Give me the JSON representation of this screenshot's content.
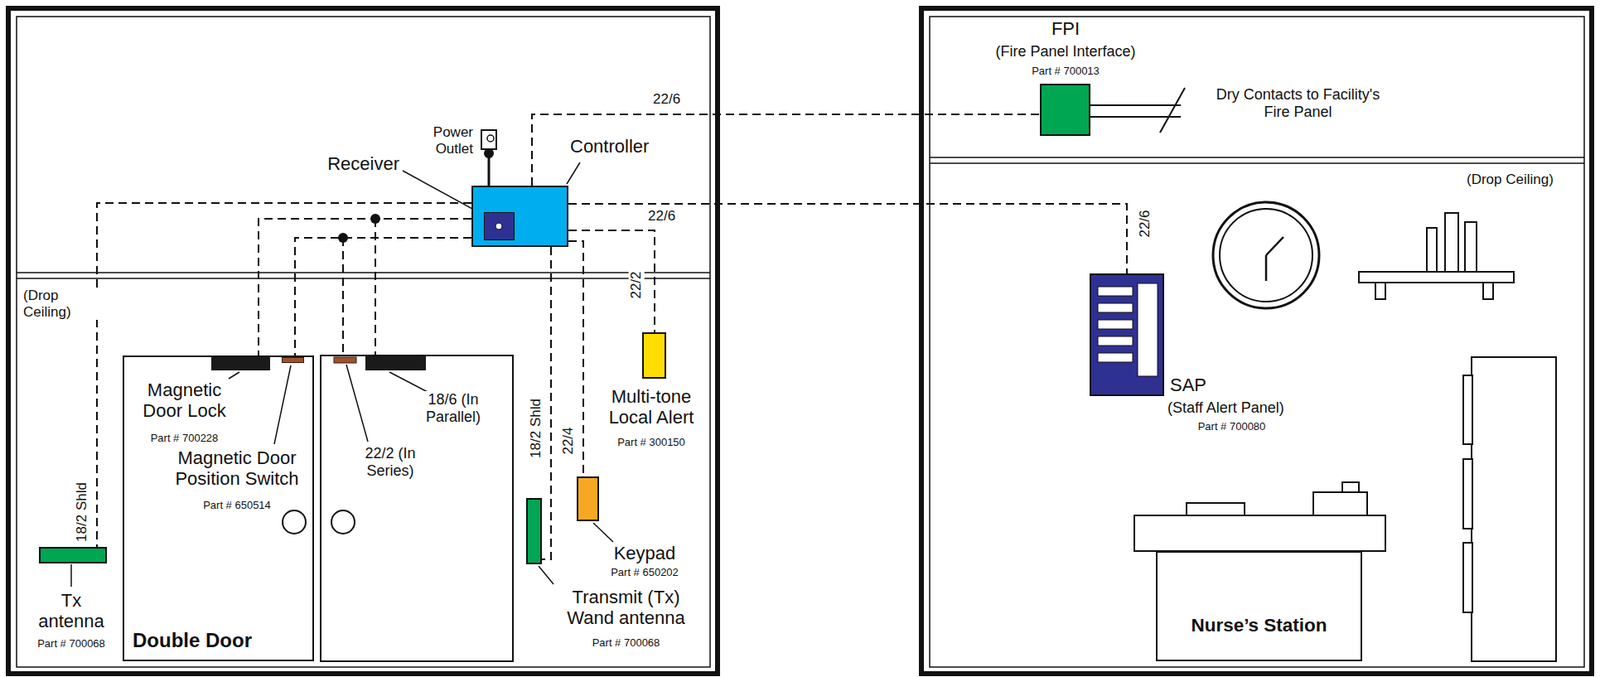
{
  "diagram": {
    "nodes": [
      {
        "text": [
          "Power Outlet"
        ]
      },
      {
        "text": [
          "Controller"
        ]
      },
      {
        "text": [
          "Receiver"
        ],
        "in": 1
      },
      {
        "text": [
          "FPI",
          "(Fire Panel Interface)",
          "Part # 700013"
        ]
      },
      {
        "text": [
          "SAP",
          "(Staff Alert Panel)",
          "Part # 700080"
        ]
      },
      {
        "text": [
          "Multi-tone Local Alert",
          "Part # 300150"
        ]
      },
      {
        "text": [
          "Magnetic Door Lock",
          "Part # 700228"
        ]
      },
      {
        "text": [
          "Magnetic Door Position Switch",
          "Part # 650514"
        ]
      },
      {
        "text": [
          "Keypad",
          "Part # 650202"
        ]
      },
      {
        "text": [
          "Tx antenna",
          "Part # 700068"
        ]
      },
      {
        "text": [
          "Double Door"
        ]
      },
      {
        "text": [
          "Transmit (Tx) Wand antenna",
          "Part # 700068"
        ]
      },
      {
        "text": [
          "Nurse’s Station"
        ]
      }
    ],
    "edges": [
      {
        "from": 1,
        "to": 3,
        "arrow": "none",
        "label": "22/6"
      },
      {
        "from": 1,
        "to": 4,
        "arrow": "none",
        "label": "22/6"
      },
      {
        "from": 1,
        "to": 9,
        "arrow": "none",
        "label": "18/2 Shld"
      },
      {
        "from": 1,
        "to": 6,
        "arrow": "none"
      },
      {
        "from": 1,
        "to": 7,
        "arrow": "none"
      },
      {
        "from": 1,
        "to": 11,
        "arrow": "none",
        "label": "18/2 Shld"
      },
      {
        "from": 1,
        "to": 8,
        "arrow": "none",
        "label": "22/4"
      },
      {
        "from": 1,
        "to": 5,
        "arrow": "none",
        "label": "22/2"
      },
      {
        "from": 0,
        "to": 1,
        "arrow": "none"
      }
    ],
    "labels": [
      "22/6",
      "(Drop Ceiling)",
      "(Drop Ceiling)",
      "18/6 (In Parallel)",
      "22/2 (In Series)",
      "Dry Contacts to Facility's Fire Panel"
    ]
  }
}
